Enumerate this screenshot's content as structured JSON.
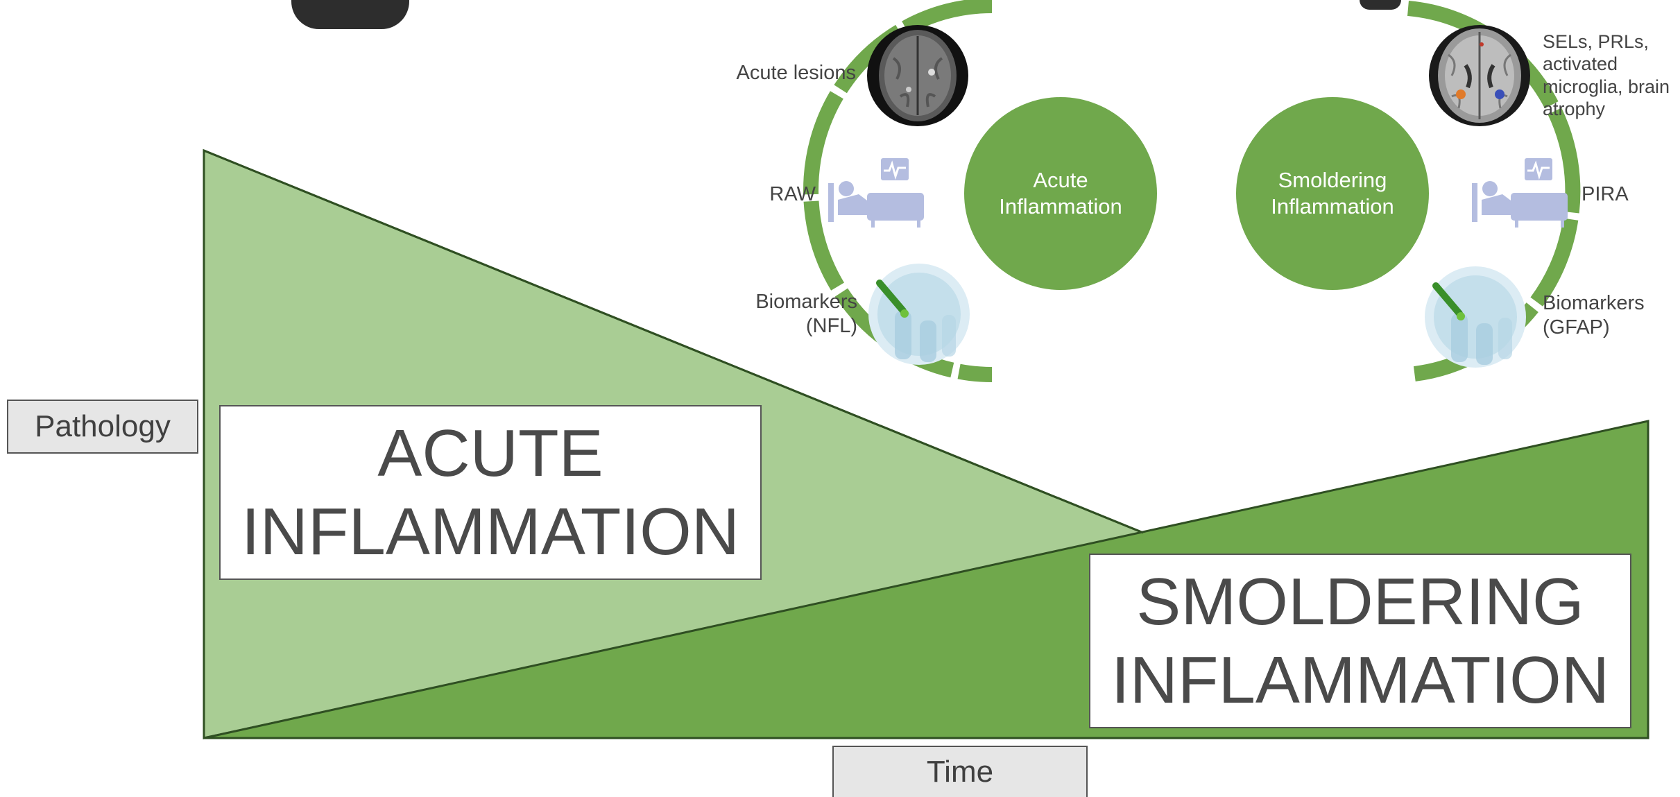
{
  "axes": {
    "y_label": "Pathology",
    "x_label": "Time"
  },
  "boxes": {
    "acute": [
      "ACUTE",
      "INFLAMMATION"
    ],
    "smoldering": [
      "SMOLDERING",
      "INFLAMMATION"
    ]
  },
  "acute_panel": {
    "center": [
      "Acute",
      "Inflammation"
    ],
    "items": {
      "lesions": "Acute lesions",
      "raw": "RAW",
      "biomarkers": [
        "Biomarkers",
        "(NFL)"
      ]
    }
  },
  "smoldering_panel": {
    "center": [
      "Smoldering",
      "Inflammation"
    ],
    "items": {
      "sels": [
        "SELs, PRLs,",
        "activated",
        "microglia, brain",
        "atrophy"
      ],
      "pira": "PIRA",
      "biomarkers": [
        "Biomarkers",
        "(GFAP)"
      ]
    }
  },
  "colors": {
    "light_green": "#a9cd94",
    "dark_green": "#70a84c",
    "outline": "#2f4f22",
    "patient_icon": "#b4bde0"
  },
  "icons": [
    "brain-mri-icon",
    "hospital-bed-icon",
    "test-tube-icon"
  ]
}
